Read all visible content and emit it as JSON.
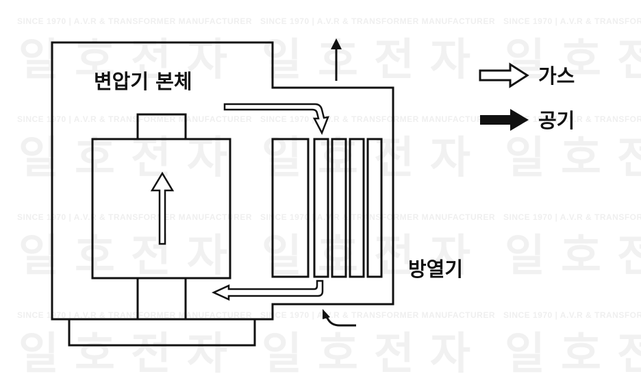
{
  "colors": {
    "stroke": "#111111",
    "watermark": "#efefef",
    "background": "#ffffff"
  },
  "watermark": {
    "sub": "SINCE 1970 | A.V.R & TRANSFORMER MANUFACTURER",
    "chars": [
      "일",
      "호",
      "전",
      "자"
    ]
  },
  "labels": {
    "body": "변압기 본체",
    "radiator": "방열기"
  },
  "legend": [
    {
      "icon": "hollow-arrow-icon",
      "label": "가스"
    },
    {
      "icon": "solid-arrow-icon",
      "label": "공기"
    }
  ]
}
